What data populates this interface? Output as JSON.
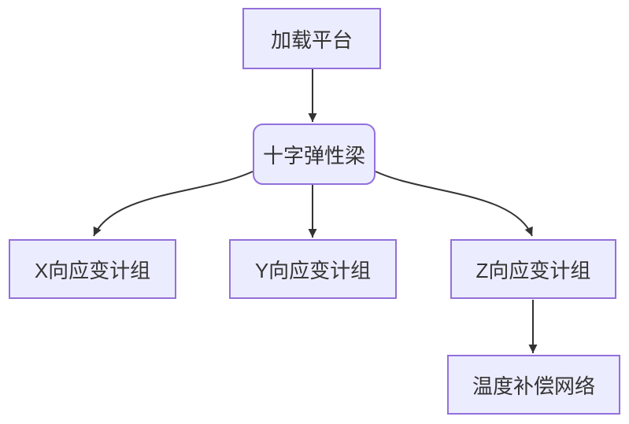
{
  "diagram": {
    "type": "flowchart",
    "direction": "top-down",
    "nodes": [
      {
        "id": "A",
        "label": "加载平台",
        "shape": "rect"
      },
      {
        "id": "B",
        "label": "十字弹性梁",
        "shape": "rounded-rect"
      },
      {
        "id": "C",
        "label": "X向应变计组",
        "shape": "rect"
      },
      {
        "id": "D",
        "label": "Y向应变计组",
        "shape": "rect"
      },
      {
        "id": "E",
        "label": "Z向应变计组",
        "shape": "rect"
      },
      {
        "id": "F",
        "label": "温度补偿网络",
        "shape": "rect"
      }
    ],
    "edges": [
      {
        "from": "加载平台",
        "to": "十字弹性梁",
        "style": "straight-arrow"
      },
      {
        "from": "十字弹性梁",
        "to": "X向应变计组",
        "style": "curved-arrow"
      },
      {
        "from": "十字弹性梁",
        "to": "Y向应变计组",
        "style": "straight-arrow"
      },
      {
        "from": "十字弹性梁",
        "to": "Z向应变计组",
        "style": "curved-arrow"
      },
      {
        "from": "Z向应变计组",
        "to": "温度补偿网络",
        "style": "straight-arrow"
      }
    ],
    "colors": {
      "node_fill": "#ECECFF",
      "node_border": "#9370DB",
      "node_text": "#333333",
      "edge_stroke": "#333333",
      "background": "#FFFFFF"
    }
  }
}
